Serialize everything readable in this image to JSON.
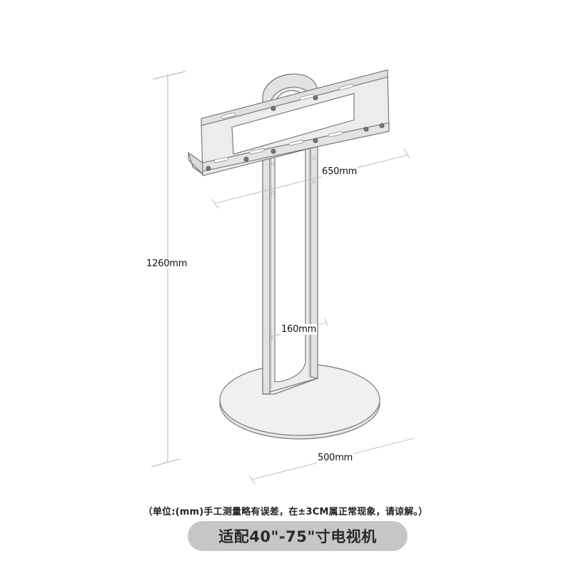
{
  "dimensions": {
    "height": "1260mm",
    "bracket_width": "650mm",
    "pole_spacing": "160mm",
    "base_diameter": "500mm"
  },
  "note": "（单位:(mm)手工测量略有误差，在±3CM属正常现象，请谅解。）",
  "badge": {
    "label": "适配40\"-75\"寸电视机",
    "color": "#c6c6c6"
  },
  "colors": {
    "line": "#6b6b6b",
    "fill": "#eeeeee",
    "dimension_line": "#b5b5b5"
  }
}
